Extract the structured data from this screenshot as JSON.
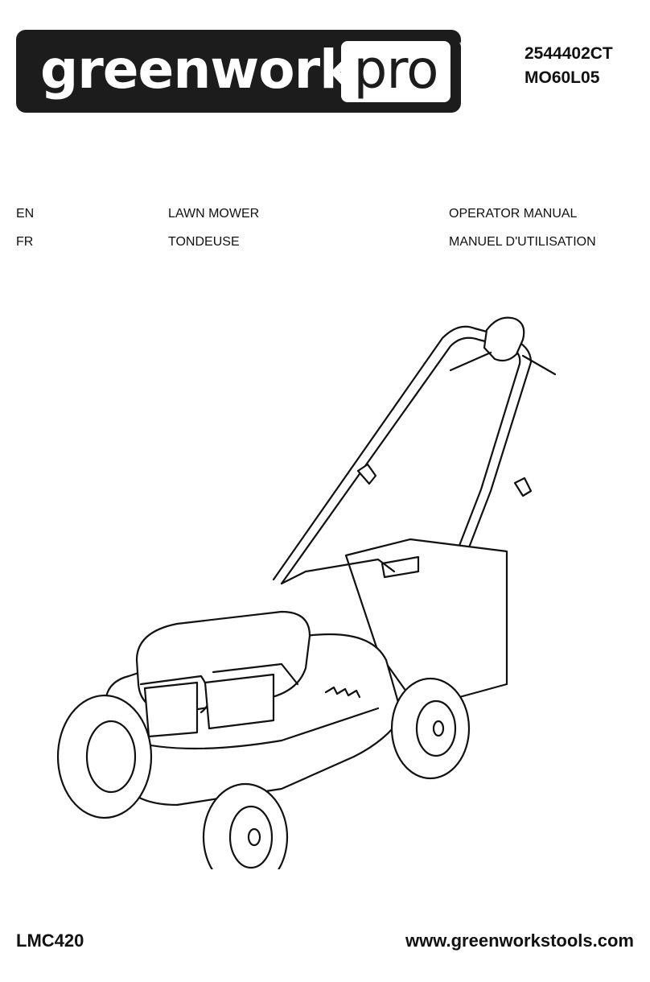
{
  "brand": {
    "name": "greenworks",
    "sub": "pro",
    "tm": "™"
  },
  "codes": {
    "line1": "2544402CT",
    "line2": "MO60L05"
  },
  "languages": [
    {
      "code": "EN",
      "product": "LAWN MOWER",
      "doc": "OPERATOR MANUAL"
    },
    {
      "code": "FR",
      "product": "TONDEUSE",
      "doc": "MANUEL D'UTILISATION"
    }
  ],
  "footer": {
    "model": "LMC420",
    "website": "www.greenworkstools.com"
  }
}
